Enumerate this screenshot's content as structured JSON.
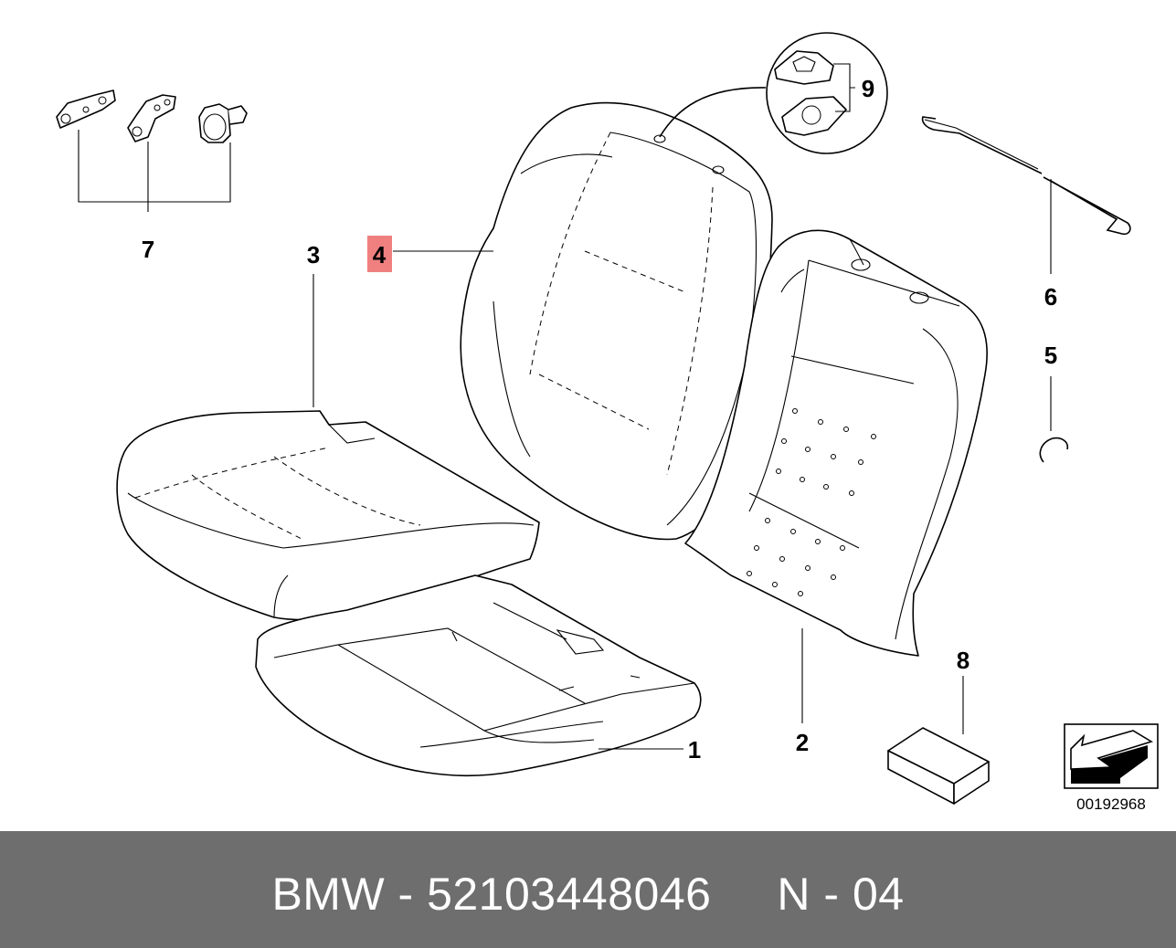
{
  "diagram": {
    "callouts": {
      "c1": "1",
      "c2": "2",
      "c3": "3",
      "c4": "4",
      "c5": "5",
      "c6": "6",
      "c7": "7",
      "c8": "8",
      "c9": "9"
    },
    "highlighted_callout": "4",
    "highlight_color": "#f08080",
    "catalog_number": "00192968"
  },
  "footer": {
    "text": "BMW - 52103448046     N - 04",
    "background": "#6e6e6e",
    "color": "#ffffff"
  }
}
